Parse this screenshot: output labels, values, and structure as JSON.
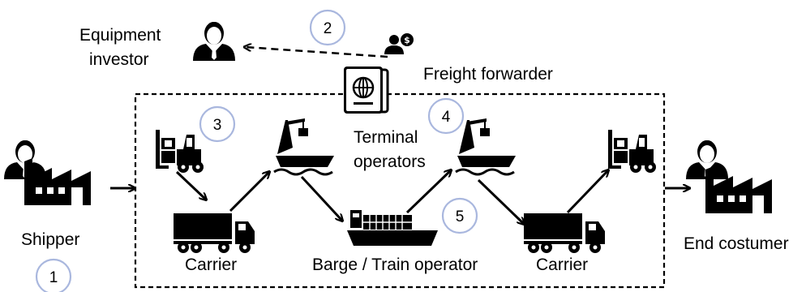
{
  "colors": {
    "ink": "#000000",
    "circle_stroke": "#a9b7de",
    "background": "#ffffff"
  },
  "icons": [
    "person-icon",
    "factory-icon",
    "forklift-icon",
    "truck-icon",
    "crane-ship-icon",
    "container-ship-icon",
    "passport-icon",
    "money-person-icon"
  ],
  "labels": {
    "equipment_line1": "Equipment",
    "equipment_line2": "investor",
    "freight_forwarder": "Freight forwarder",
    "terminal_line1": "Terminal",
    "terminal_line2": "operators",
    "shipper": "Shipper",
    "carrier_left": "Carrier",
    "barge_train": "Barge / Train operator",
    "carrier_right": "Carrier",
    "end_customer": "End costumer"
  },
  "steps": [
    "1",
    "2",
    "3",
    "4",
    "5"
  ]
}
